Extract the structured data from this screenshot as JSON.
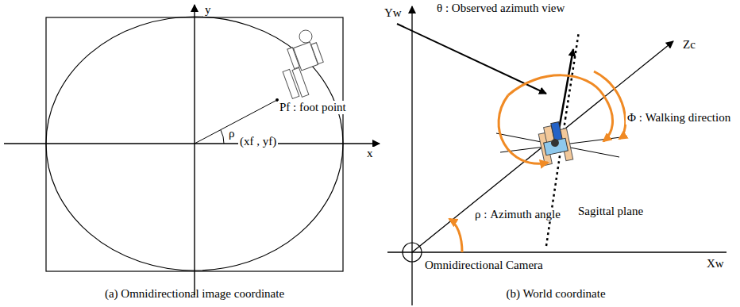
{
  "diagram": {
    "labels": [
      "y",
      "x",
      "Pf : foot point",
      "ρ",
      "(xf , yf)",
      "(a) Omnidirectional image coordinate",
      "Yw",
      "θ : Observed azimuth view",
      "Zc",
      "Φ : Walking direction",
      "Sagittal plane",
      "ρ : Azimuth angle",
      "Omnidirectional Camera",
      "Xw",
      "(b) World coordinate"
    ]
  }
}
